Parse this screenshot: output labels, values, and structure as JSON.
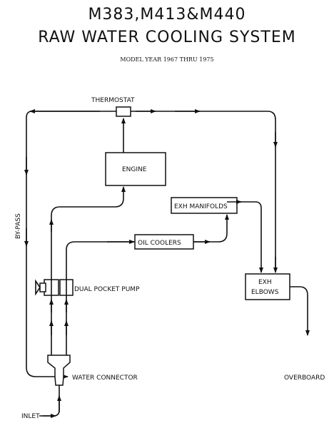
{
  "header": {
    "title_line1": "M383,M413&M440",
    "title_line2": "RAW WATER COOLING SYSTEM",
    "subtitle": "MODEL YEAR 1967 THRU 1975"
  },
  "diagram": {
    "thermostat": "THERMOSTAT",
    "engine": "ENGINE",
    "exh_manifolds": "EXH MANIFOLDS",
    "oil_coolers": "OIL COOLERS",
    "bypass": "BY-PASS",
    "dual_pocket_pump": "DUAL POCKET PUMP",
    "exh_elbows_line1": "EXH",
    "exh_elbows_line2": "ELBOWS",
    "water_connector": "WATER CONNECTOR",
    "overboard": "OVERBOARD",
    "inlet": "INLET"
  }
}
